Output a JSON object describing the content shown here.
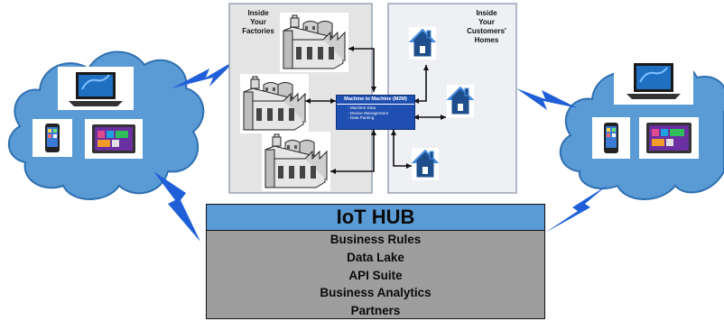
{
  "colors": {
    "cloud": "#5b9bd5",
    "cloud_stroke": "#2e6fb1",
    "lightning": "#1f5fd8",
    "factory_panel": "#e4e4e4",
    "homes_panel": "#eef0f4",
    "m2m_box": "#1f4fb0",
    "hub_header": "#5b9bd5",
    "hub_body": "#9e9e9e",
    "house": "#1f4e8c"
  },
  "factories_panel": {
    "label": "Inside\nYour\nFactories"
  },
  "homes_panel": {
    "label": "Inside\nYour\nCustomers'\nHomes"
  },
  "m2m": {
    "title": "Machine to Machine (M2M)",
    "items": [
      "Machine Data",
      "Device Management",
      "Data Parsing"
    ]
  },
  "iot_hub": {
    "title": "IoT HUB",
    "items": [
      "Business Rules",
      "Data Lake",
      "API Suite",
      "Business Analytics",
      "Partners"
    ]
  },
  "icons": {
    "device_cloud": "cloud-icon",
    "laptop": "laptop-icon",
    "phone": "smartphone-icon",
    "tablet": "tablet-icon",
    "factory": "factory-icon",
    "house": "house-icon",
    "connection": "lightning-icon"
  }
}
